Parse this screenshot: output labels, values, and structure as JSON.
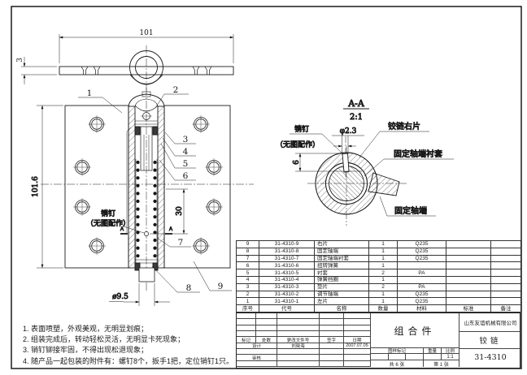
{
  "sheet": {
    "background": "#ffffff",
    "line_color": "#1a1a1a"
  },
  "top_view": {
    "dim_width": "101",
    "dim_thickness": "3"
  },
  "front_view": {
    "dim_height": "101.6",
    "dim_spring": "30",
    "dim_barrel_dia": "ø9.5",
    "pin_note_line1": "销钉",
    "pin_note_line2": "（无图配作）",
    "section_marker": "A",
    "balloons": [
      "1",
      "2",
      "3",
      "4",
      "5",
      "6",
      "7",
      "8",
      "9"
    ]
  },
  "section_view": {
    "title": "A-A",
    "scale": "2:1",
    "dim_pin_dia": "φ2.3",
    "dim_pin_depth": "6",
    "label_pin": "销钉",
    "label_pin_note": "（无图配作）",
    "label_right_leaf": "铰链右片",
    "label_bushing": "固定轴端衬套",
    "label_shaft_end": "固定轴端"
  },
  "notes": [
    "1. 表面喷塑，外观美观，无明显划痕；",
    "2. 组装完成后，转动轻松灵活，无明显卡死现象；",
    "3. 销钉铆接牢固，不得出现松退现象；",
    "4. 随产品一起包装的附件有：螺钉8个，扳手1把，定位销钉1只。"
  ],
  "parts_table": {
    "headers": [
      "序号",
      "代号",
      "名称",
      "数量",
      "材料",
      "标准",
      "备注"
    ],
    "rows": [
      [
        "9",
        "31-4310-9",
        "右片",
        "1",
        "Q235",
        "",
        ""
      ],
      [
        "8",
        "31-4310-8",
        "固定轴端",
        "1",
        "Q235",
        "",
        ""
      ],
      [
        "7",
        "31-4310-7",
        "固定轴端衬套",
        "1",
        "Q235",
        "",
        ""
      ],
      [
        "6",
        "31-4310-6",
        "扭转弹簧",
        "1",
        "",
        "",
        ""
      ],
      [
        "5",
        "31-4310-5",
        "衬套",
        "2",
        "PA",
        "",
        ""
      ],
      [
        "4",
        "31-4310-4",
        "弹簧挡圈",
        "1",
        "",
        "",
        ""
      ],
      [
        "3",
        "31-4310-3",
        "垫片",
        "2",
        "PA",
        "",
        ""
      ],
      [
        "2",
        "31-4310-2",
        "调节轴端",
        "1",
        "Q235",
        "",
        ""
      ],
      [
        "1",
        "31-4310-1",
        "左片",
        "1",
        "Q235",
        "",
        ""
      ]
    ]
  },
  "title_block": {
    "headers": {
      "mark": "标记",
      "count": "处数",
      "file_no": "更改文件号",
      "sign": "签字",
      "date": "日期"
    },
    "design_label": "设计",
    "design_name": "刘晓海",
    "design_date": "2007.07.05",
    "check_label": "审核",
    "assembly_title": "组合件",
    "stamp_label": "图样标记",
    "weight_label": "重量",
    "scale_label": "比例",
    "scale_value": "1:1",
    "sheets_total": "共 6 张",
    "sheet_number": "第 1 张",
    "company": "山东友谊机械有限公司",
    "product_name": "铰链",
    "drawing_number": "31-4310"
  }
}
